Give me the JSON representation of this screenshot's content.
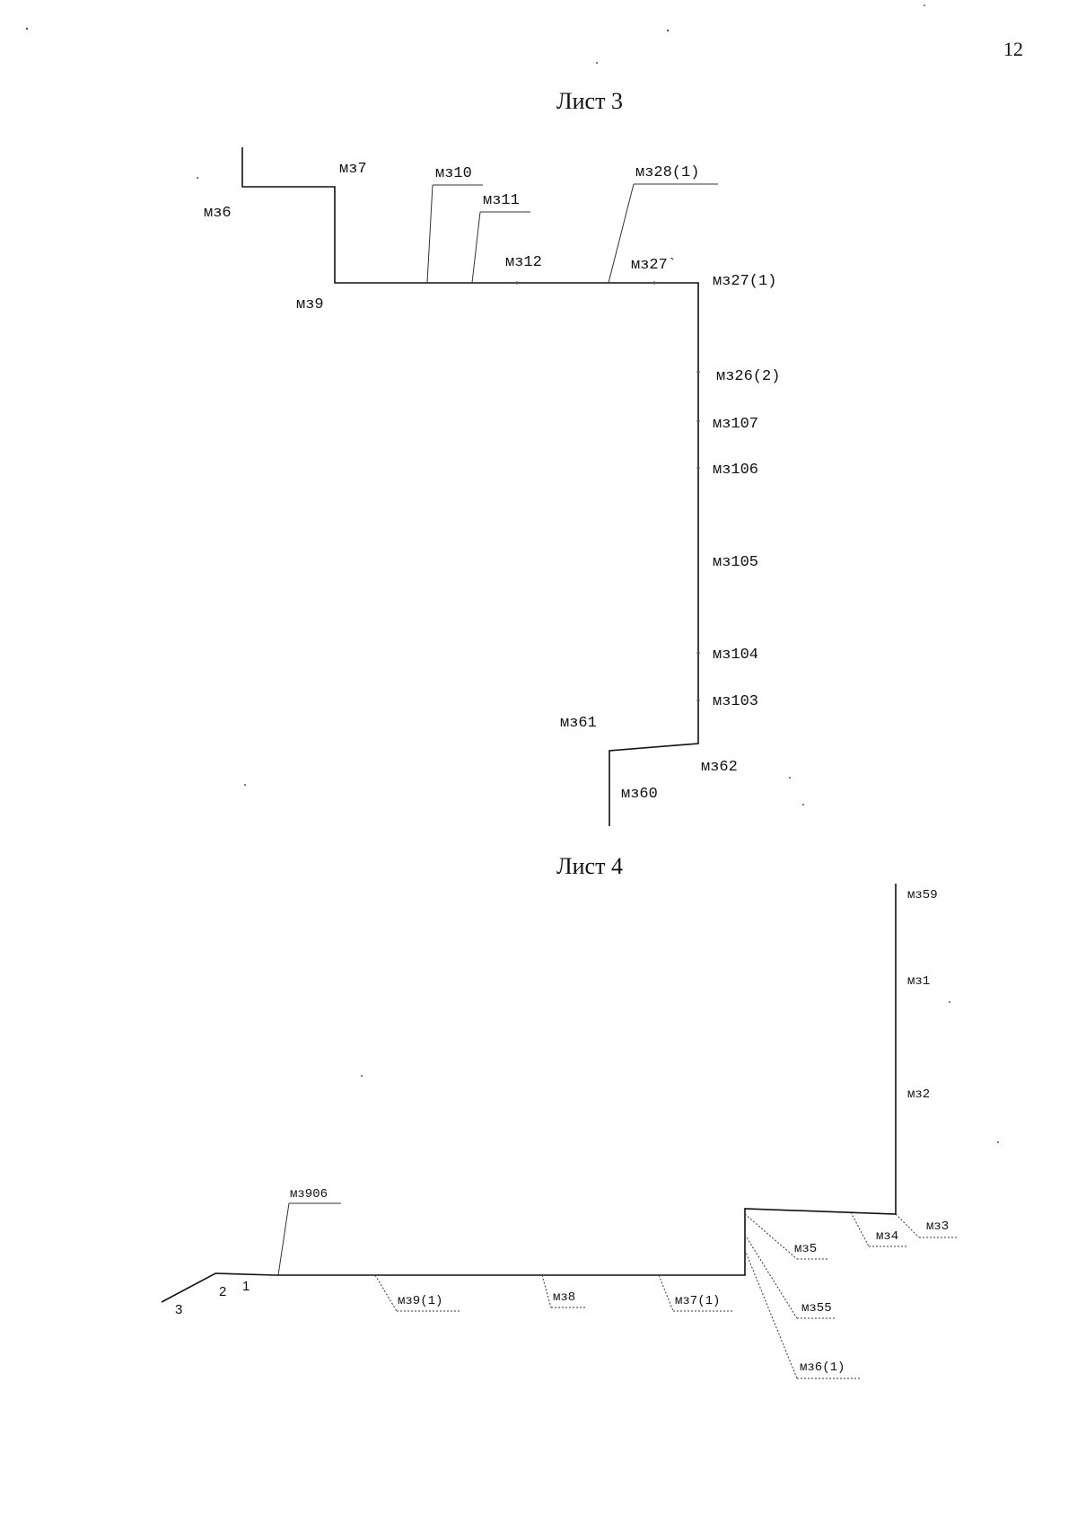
{
  "page_number": "12",
  "sheet3": {
    "title": "Лист 3",
    "labels": {
      "mz6": "мз6",
      "mz7": "мз7",
      "mz9": "мз9",
      "mz10": "мз10",
      "mz11": "мз11",
      "mz12": "мз12",
      "mz27": "мз27`",
      "mz28_1": "мз28(1)",
      "mz27_1": "мз27(1)",
      "mz26_2": "мз26(2)",
      "mz107": "мз107",
      "mz106": "мз106",
      "mz105": "мз105",
      "mz104": "мз104",
      "mz103": "мз103",
      "mz61": "мз61",
      "mz62": "мз62",
      "mz60": "мз60"
    }
  },
  "sheet4": {
    "title": "Лист 4",
    "labels": {
      "mz59": "мз59",
      "mz1": "мз1",
      "mz2": "мз2",
      "mz3": "мз3",
      "mz4": "мз4",
      "mz5": "мз5",
      "mz55": "мз55",
      "mz6_1": "мз6(1)",
      "mz7_1": "мз7(1)",
      "mz8": "мз8",
      "mz9_1": "мз9(1)",
      "mz906": "мз906",
      "n1": "1",
      "n2": "2",
      "n3": "3"
    }
  }
}
